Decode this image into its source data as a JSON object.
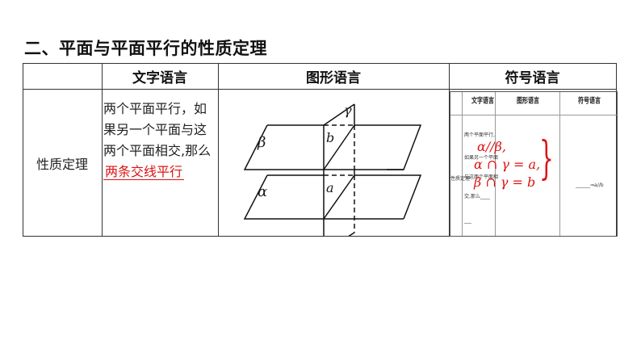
{
  "section_title": "二、平面与平面平行的性质定理",
  "table": {
    "headers": [
      "",
      "文字语言",
      "图形语言",
      "符号语言"
    ],
    "row": {
      "label": "性质定理",
      "text_language": {
        "prefix": "两个平面平行，如果另一个平面与这两个平面相交,那么",
        "answer": "两条交线平行"
      },
      "figure": {
        "plane_labels": [
          "γ",
          "β",
          "α"
        ],
        "line_labels": [
          "b",
          "a"
        ]
      },
      "symbol_language": {
        "nested_headers": [
          "文字语言",
          "图形语言",
          "符号语言"
        ],
        "nested_row_label": "性质定理",
        "nested_text": [
          "两个平面平行,",
          "如果另一个平面",
          "与这两个平面相",
          "交,那么____",
          "___"
        ],
        "nested_symbol_tail": "______⇒a//b",
        "formula_lines": [
          "α//β,",
          "α ∩ γ = a,",
          "β ∩ γ = b"
        ],
        "brace": "}"
      }
    }
  },
  "colors": {
    "answer_red": "#d11111",
    "border": "#333333"
  }
}
